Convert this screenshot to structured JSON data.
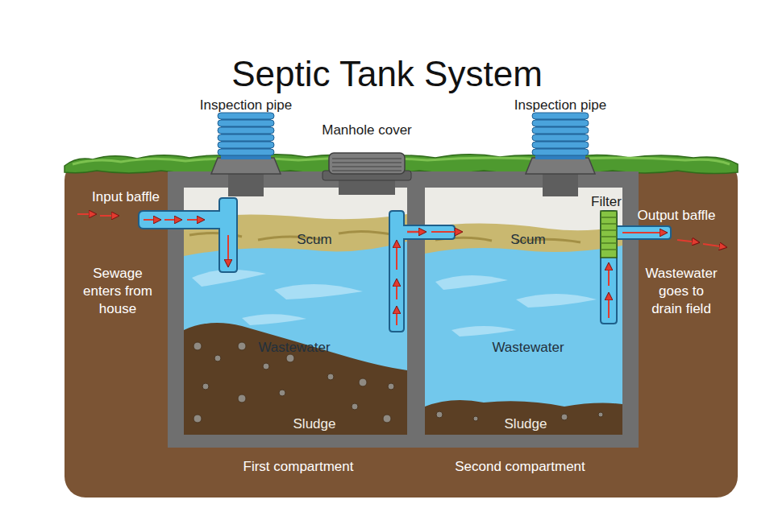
{
  "diagram": {
    "title": "Septic Tank System",
    "nodes": [
      {
        "text": [
          "Scum",
          "Wastewater",
          "Sludge",
          "First compartment"
        ]
      },
      {
        "text": [
          "Scum",
          "Wastewater",
          "Sludge",
          "Second compartment"
        ]
      }
    ],
    "edges": [
      {
        "from": 0,
        "to": 1,
        "arrow": "to"
      }
    ],
    "labels": [
      "Inspection pipe",
      "Manhole cover",
      "Inspection pipe",
      "Input baffle",
      "Sewage enters from house",
      "Filter",
      "Output baffle",
      "Wastewater goes to drain field"
    ]
  }
}
